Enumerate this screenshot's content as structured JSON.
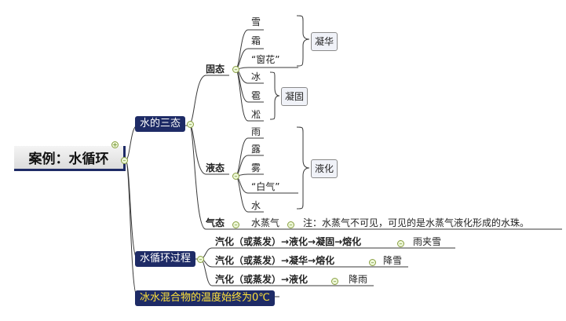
{
  "root": {
    "label": "案例：水循环",
    "toggle": "+"
  },
  "branches": {
    "three_states": {
      "label": "水的三态"
    },
    "cycle_process": {
      "label": "水循环过程"
    },
    "ice_water": {
      "label": "冰水混合物的温度始终为0℃"
    }
  },
  "solid": {
    "label": "固态",
    "items": [
      "雪",
      "霜",
      "“窗花”",
      "冰",
      "雹",
      "凇"
    ],
    "group1": "凝华",
    "group2": "凝固"
  },
  "liquid": {
    "label": "液态",
    "items": [
      "雨",
      "露",
      "雾",
      "“白气”",
      "水"
    ],
    "group": "液化"
  },
  "gas": {
    "label": "气态",
    "item": "水蒸气",
    "note": "注：水蒸气不可见，可见的是水蒸气液化形成的水珠。"
  },
  "processes": [
    {
      "chain": "汽化（或蒸发）→液化→凝固→熔化",
      "result": "雨夹雪"
    },
    {
      "chain": "汽化（或蒸发）→凝华→熔化",
      "result": "降雪"
    },
    {
      "chain": "汽化（或蒸发）→液化",
      "result": "降雨"
    }
  ],
  "colors": {
    "node_bg": "#1e2b66",
    "line": "#333333",
    "toggle": "#8aa043",
    "yellow_text": "#ffe23a"
  }
}
